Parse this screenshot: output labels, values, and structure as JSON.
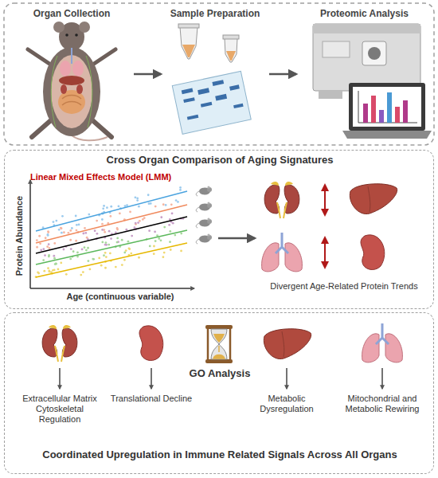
{
  "diagram": {
    "nodes": [
      {
        "text": [
          "Organ Collection"
        ]
      },
      {
        "text": [
          "Sample Preparation"
        ]
      },
      {
        "text": [
          "Proteomic Analysis"
        ]
      },
      {
        "text": [
          "Cross Organ Comparison of Aging Signatures"
        ]
      },
      {
        "text": [
          "Linear Mixed Effects Model (LMM)",
          "Protein Abundance",
          "Age (continuous variable)"
        ],
        "in": 3
      },
      {
        "text": [
          "Divergent Age-Related Protein Trends"
        ],
        "in": 3
      },
      {
        "text": [
          "GO Analysis",
          "Coordinated Upregulation in Immune Related Signals Across All Organs"
        ]
      }
    ],
    "edges": [
      {
        "from": 0,
        "to": 1,
        "arrow": "to"
      },
      {
        "from": 1,
        "to": 2,
        "arrow": "to"
      },
      {
        "from": 4,
        "to": 5,
        "arrow": "to"
      }
    ],
    "labels": [
      "Extracellular Matrix Cytoskeletal Regulation",
      "Translational Decline",
      "Metabolic Dysregulation",
      "Mitochondrial and Metabolic Rewiring"
    ]
  }
}
